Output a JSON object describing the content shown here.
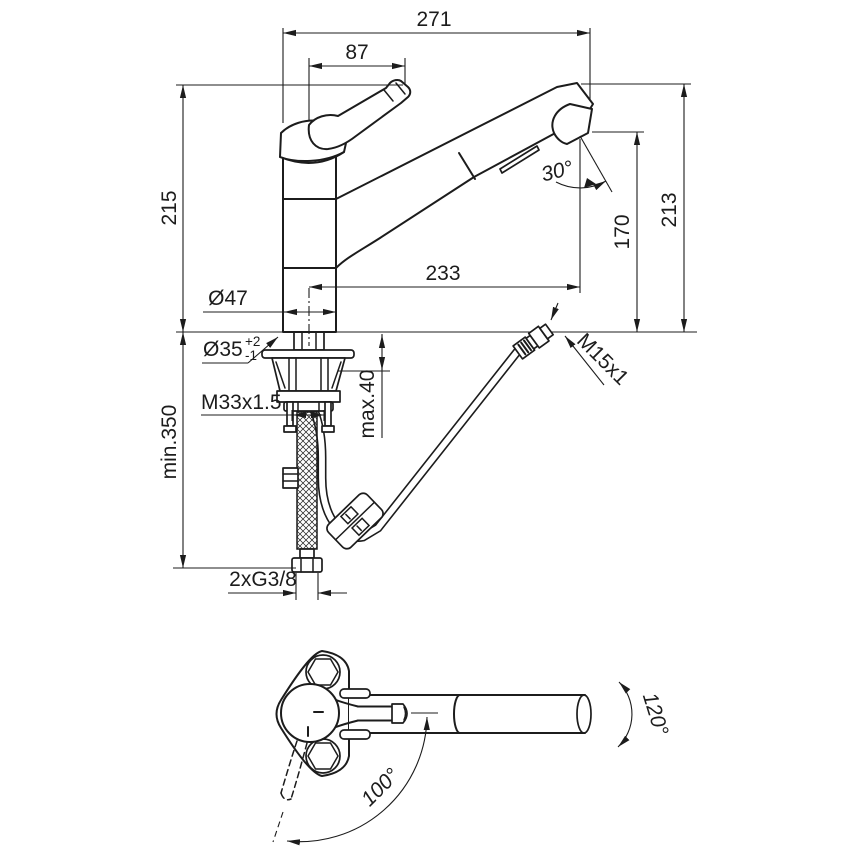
{
  "colors": {
    "line": "#1c1c1c",
    "background": "#ffffff"
  },
  "front_view": {
    "dims": {
      "overall_width": "271",
      "handle_reach": "87",
      "handle_height": "215",
      "head_height": "213",
      "outlet_height": "170",
      "spout_reach": "233",
      "head_angle": "30°",
      "body_diameter": "Ø47",
      "hole_diameter": "Ø35",
      "hole_tol_plus": "+2",
      "hole_tol_minus": "-1",
      "shank_thread": "M33x1.5",
      "deck_thickness_max": "max.40",
      "hose_length_min": "min.350",
      "supply_connection": "2xG3/8",
      "spray_hose_thread": "M15x1"
    }
  },
  "top_view": {
    "dims": {
      "spout_swivel_angle": "120°",
      "handle_swing_angle": "100°"
    }
  }
}
